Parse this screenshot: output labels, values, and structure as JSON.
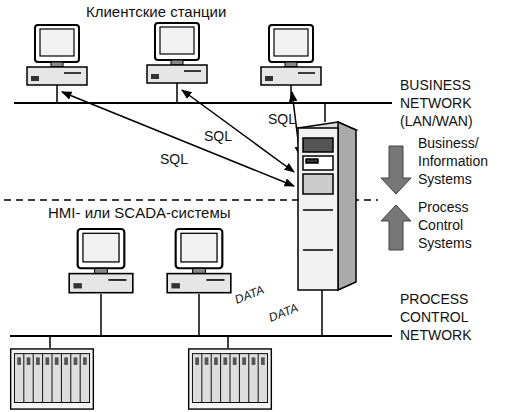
{
  "diagram": {
    "labels": [
      "Клиентские станции",
      "BUSINESS NETWORK (LAN/WAN)",
      "SQL",
      "SQL",
      "SQL",
      "Business/ Information Systems",
      "Process Control Systems",
      "HMI- или SCADA-системы",
      "DATA",
      "DATA",
      "PROCESS CONTROL NETWORK"
    ]
  }
}
